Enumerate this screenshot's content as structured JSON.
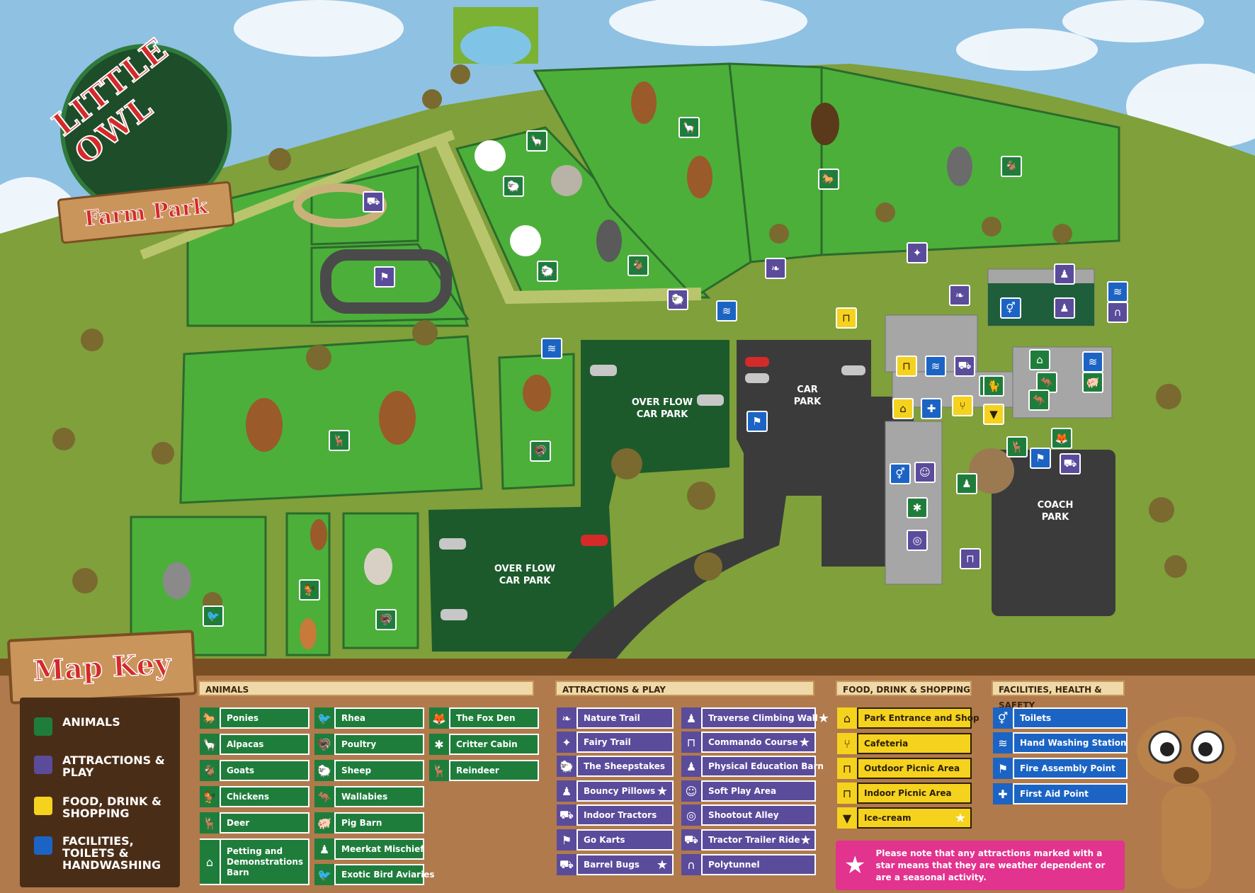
{
  "logo": {
    "title": "LITTLE OWL",
    "subtitle": "Farm Park"
  },
  "map_labels": {
    "overflow_car_park_1": "OVER FLOW\nCAR PARK",
    "overflow_car_park_2": "OVER FLOW\nCAR PARK",
    "car_park": "CAR\nPARK",
    "coach_park": "COACH\nPARK"
  },
  "key": {
    "title": "Map Key",
    "legend": [
      {
        "label": "ANIMALS",
        "color": "#1f7d3c"
      },
      {
        "label": "ATTRACTIONS & PLAY",
        "color": "#5b4b9b"
      },
      {
        "label": "FOOD, DRINK & SHOPPING",
        "color": "#f5d21e"
      },
      {
        "label": "FACILITIES, TOILETS & HANDWASHING",
        "color": "#1c64c4"
      }
    ],
    "animals_header": "ANIMALS",
    "animals": [
      {
        "label": "Ponies",
        "icon": "horse-icon"
      },
      {
        "label": "Alpacas",
        "icon": "alpaca-icon"
      },
      {
        "label": "Goats",
        "icon": "goat-icon"
      },
      {
        "label": "Chickens",
        "icon": "chicken-icon"
      },
      {
        "label": "Deer",
        "icon": "deer-icon"
      },
      {
        "label": "Petting and Demonstrations Barn",
        "icon": "barn-icon"
      },
      {
        "label": "Rhea",
        "icon": "rhea-icon"
      },
      {
        "label": "Poultry",
        "icon": "turkey-icon"
      },
      {
        "label": "Sheep",
        "icon": "sheep-icon"
      },
      {
        "label": "Wallabies",
        "icon": "wallaby-icon"
      },
      {
        "label": "Pig Barn",
        "icon": "pig-icon"
      },
      {
        "label": "Meerkat Mischief",
        "icon": "meerkat-icon"
      },
      {
        "label": "Exotic Bird Aviaries",
        "icon": "bird-icon"
      },
      {
        "label": "The Fox Den",
        "icon": "fox-icon"
      },
      {
        "label": "Critter Cabin",
        "icon": "spider-icon"
      },
      {
        "label": "Reindeer",
        "icon": "reindeer-icon"
      }
    ],
    "attractions_header": "ATTRACTIONS & PLAY",
    "attractions": [
      {
        "label": "Nature Trail",
        "icon": "leaf-icon",
        "star": false
      },
      {
        "label": "Fairy Trail",
        "icon": "wand-icon",
        "star": false
      },
      {
        "label": "The Sheepstakes",
        "icon": "sheep-race-icon",
        "star": false
      },
      {
        "label": "Bouncy Pillows",
        "icon": "bounce-icon",
        "star": true
      },
      {
        "label": "Indoor Tractors",
        "icon": "tractor-icon",
        "star": false
      },
      {
        "label": "Go Karts",
        "icon": "flags-icon",
        "star": false
      },
      {
        "label": "Barrel Bugs",
        "icon": "barrel-icon",
        "star": true
      },
      {
        "label": "Traverse Climbing Wall",
        "icon": "climb-icon",
        "star": true
      },
      {
        "label": "Commando Course",
        "icon": "commando-icon",
        "star": true
      },
      {
        "label": "Physical Education Barn",
        "icon": "pe-icon",
        "star": false
      },
      {
        "label": "Soft Play Area",
        "icon": "smiley-icon",
        "star": false
      },
      {
        "label": "Shootout Alley",
        "icon": "target-icon",
        "star": false
      },
      {
        "label": "Tractor Trailer Ride",
        "icon": "trailer-icon",
        "star": true
      },
      {
        "label": "Polytunnel",
        "icon": "tunnel-icon",
        "star": false
      }
    ],
    "food_header": "FOOD, DRINK & SHOPPING",
    "food": [
      {
        "label": "Park Entrance and Shop",
        "icon": "shop-icon",
        "star": false
      },
      {
        "label": "Cafeteria",
        "icon": "cutlery-icon",
        "star": false
      },
      {
        "label": "Outdoor Picnic Area",
        "icon": "picnic-icon",
        "star": false
      },
      {
        "label": "Indoor Picnic Area",
        "icon": "indoor-picnic-icon",
        "star": false
      },
      {
        "label": "Ice-cream",
        "icon": "icecream-icon",
        "star": true
      }
    ],
    "facilities_header": "FACILITIES, HEALTH & SAFETY",
    "facilities": [
      {
        "label": "Toilets",
        "icon": "toilets-icon"
      },
      {
        "label": "Hand Washing Station",
        "icon": "handwash-icon"
      },
      {
        "label": "Fire Assembly Point",
        "icon": "assembly-icon"
      },
      {
        "label": "First Aid Point",
        "icon": "first-aid-icon"
      }
    ],
    "note": "Please note that any attractions marked with a star means that they are weather dependent or are a seasonal activity."
  }
}
